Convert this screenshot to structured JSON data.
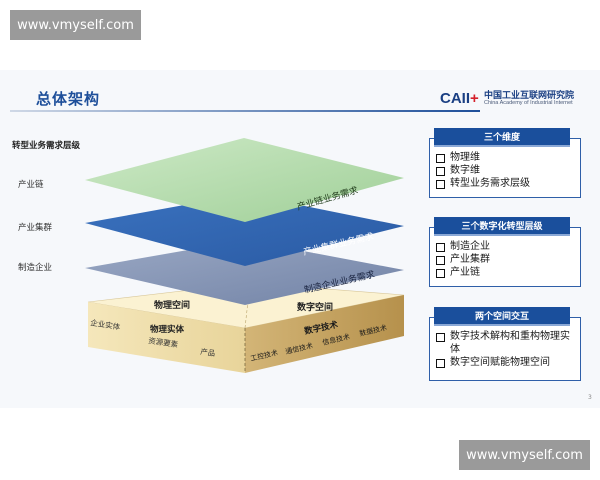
{
  "watermarks": {
    "top": "www.vmyself.com",
    "bottom": "www.vmyself.com"
  },
  "slide": {
    "title": "总体架构",
    "page_number": "3",
    "logo": {
      "mark_main": "CAII",
      "mark_plus": "+",
      "name_cn": "中国工业互联网研究院",
      "name_en": "China Academy of Industrial Internet"
    }
  },
  "left": {
    "heading": "转型业务需求层级",
    "levels": [
      "产业链",
      "产业集群",
      "制造企业"
    ]
  },
  "layers": {
    "top": "产业链业务需求",
    "middle": "产业集群业务需求",
    "bottom": "制造企业业务需求"
  },
  "base": {
    "physical_space": "物理空间",
    "digital_space": "数字空间",
    "physical_entity": "物理实体",
    "enterprise_entity": "企业实体",
    "resource_elements": "资源要素",
    "product": "产品",
    "digital_tech": "数字技术",
    "front_labels": [
      "工控技术",
      "通信技术",
      "信息技术",
      "数据技术"
    ]
  },
  "panels": [
    {
      "header": "三个维度",
      "items": [
        "物理维",
        "数字维",
        "转型业务需求层级"
      ]
    },
    {
      "header": "三个数字化转型层级",
      "items": [
        "制造企业",
        "产业集群",
        "产业链"
      ]
    },
    {
      "header": "两个空间交互",
      "items": [
        "数字技术解构和重构物理实体",
        "数字空间赋能物理空间"
      ]
    }
  ],
  "colors": {
    "title_blue": "#1e4f9a",
    "layer_top": "#a9d6a4",
    "layer_middle": "#2f63b0",
    "layer_bottom": "#8192b3",
    "base_cream": "#fbf0c8",
    "base_front": "#c9a868",
    "panel_header": "#1a4f9c"
  }
}
